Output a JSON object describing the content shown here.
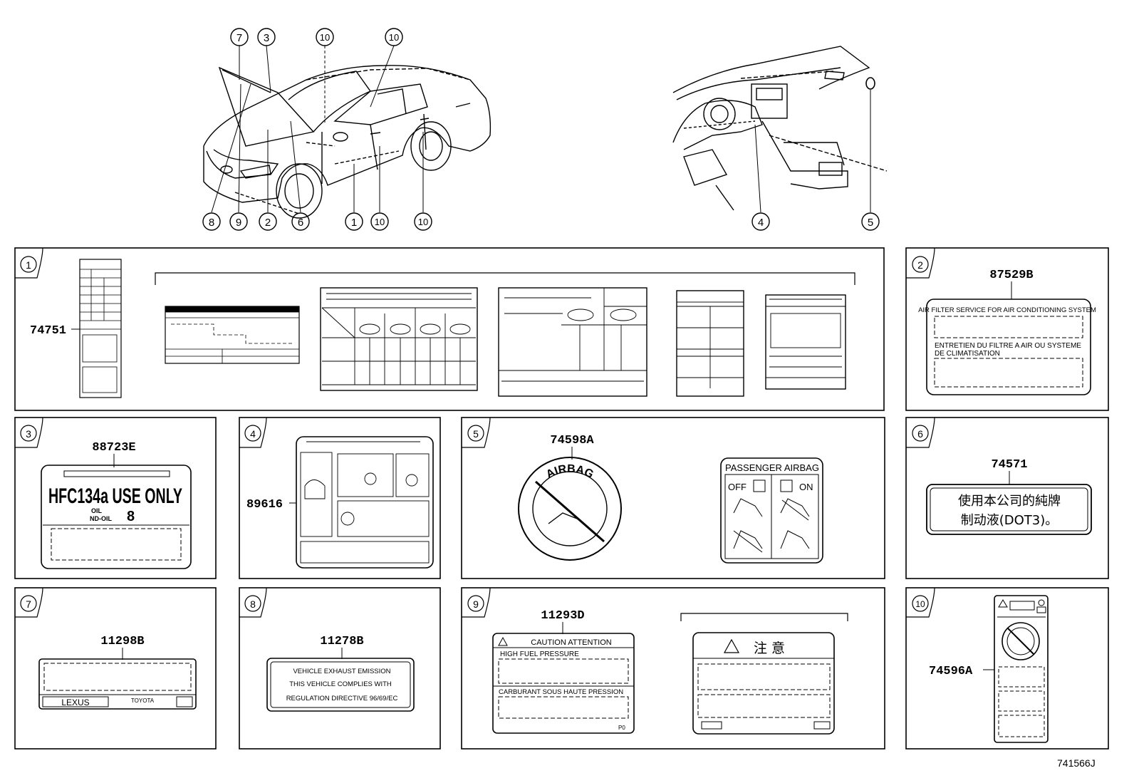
{
  "callouts": {
    "c7": "7",
    "c3": "3",
    "c10a": "10",
    "c10b": "10",
    "c8": "8",
    "c9": "9",
    "c2": "2",
    "c6": "6",
    "c1": "1",
    "c10c": "10",
    "c10d": "10",
    "c4": "4",
    "c5": "5"
  },
  "panels": {
    "p1": {
      "num": "1",
      "part": "74751"
    },
    "p2": {
      "num": "2",
      "part": "87529B",
      "line1": "AIR FILTER SERVICE FOR AIR CONDITIONING SYSTEM",
      "line2": "ENTRETIEN DU FILTRE A AIR OU SYSTEME",
      "line3": "DE CLIMATISATION"
    },
    "p3": {
      "num": "3",
      "part": "88723E",
      "main": "HFC134a USE ONLY",
      "oil1": "OIL",
      "oil2": "ND-OIL",
      "oil3": "8"
    },
    "p4": {
      "num": "4",
      "part": "89616"
    },
    "p5": {
      "num": "5",
      "part": "74598A",
      "ring": "AIRBAG",
      "title": "PASSENGER AIRBAG",
      "off": "OFF",
      "on": "ON"
    },
    "p6": {
      "num": "6",
      "part": "74571",
      "cn1": "使用本公司的純牌",
      "cn2": "制动液(DOT3)。"
    },
    "p7": {
      "num": "7",
      "part": "11298B",
      "brand": "LEXUS",
      "maker": "TOYOTA"
    },
    "p8": {
      "num": "8",
      "part": "11278B",
      "l1": "VEHICLE  EXHAUST  EMISSION",
      "l2": "THIS VEHICLE   COMPLIES  WITH",
      "l3": "REGULATION  DIRECTIVE  96/69/EC"
    },
    "p9": {
      "num": "9",
      "part": "11293D",
      "head": "CAUTION  ATTENTION",
      "l1": "HIGH  FUEL  PRESSURE",
      "l2": "CARBURANT SOUS HAUTE PRESSION",
      "code": "P0",
      "cnhead": "注  意"
    },
    "p10": {
      "num": "10",
      "part": "74596A"
    }
  },
  "figure_code": "741566J"
}
